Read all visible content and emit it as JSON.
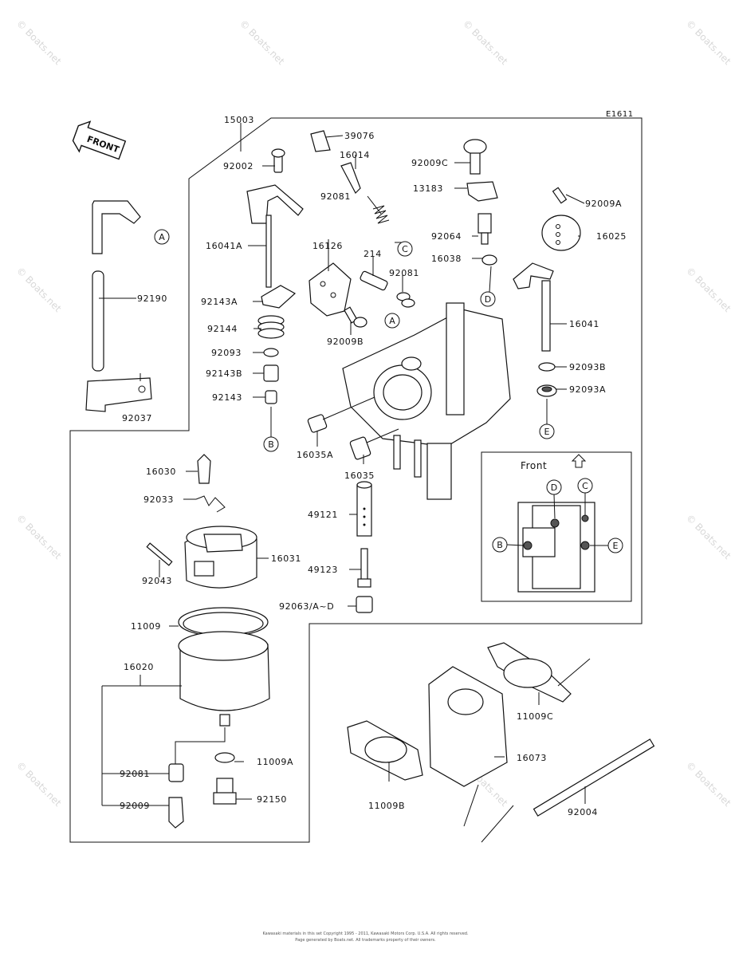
{
  "diagram_code": "E1611",
  "front_arrow": "FRONT",
  "inset_title": "Front",
  "watermark": "© Boats.net",
  "copyright_line1": "Kawasaki materials in this set Copyright 1995 - 2011, Kawasaki Motors Corp. U.S.A. All rights reserved.",
  "copyright_line2": "Page generated by Boats.net. All trademarks property of their owners.",
  "callouts": [
    "A",
    "B",
    "C",
    "D",
    "E"
  ],
  "labels": {
    "p15003": "15003",
    "p92002": "92002",
    "p16041A": "16041A",
    "p92190": "92190",
    "p92037": "92037",
    "p92143A": "92143A",
    "p92144": "92144",
    "p92093": "92093",
    "p92143B": "92143B",
    "p92143": "92143",
    "p39076": "39076",
    "p16014": "16014",
    "p92081a": "92081",
    "p16126": "16126",
    "p214": "214",
    "p92081b": "92081",
    "p92009B": "92009B",
    "p16035A": "16035A",
    "p16035": "16035",
    "p92009C": "92009C",
    "p13183": "13183",
    "p92064": "92064",
    "p16038": "16038",
    "p92009A": "92009A",
    "p16025": "16025",
    "p16041": "16041",
    "p92093B": "92093B",
    "p92093A": "92093A",
    "p16030": "16030",
    "p92033": "92033",
    "p92043": "92043",
    "p16031": "16031",
    "p49121": "49121",
    "p49123": "49123",
    "p92063": "92063/A~D",
    "p11009": "11009",
    "p16020": "16020",
    "p92081c": "92081",
    "p92009": "92009",
    "p11009A": "11009A",
    "p92150": "92150",
    "p11009C": "11009C",
    "p16073": "16073",
    "p11009B": "11009B",
    "p92004": "92004"
  }
}
